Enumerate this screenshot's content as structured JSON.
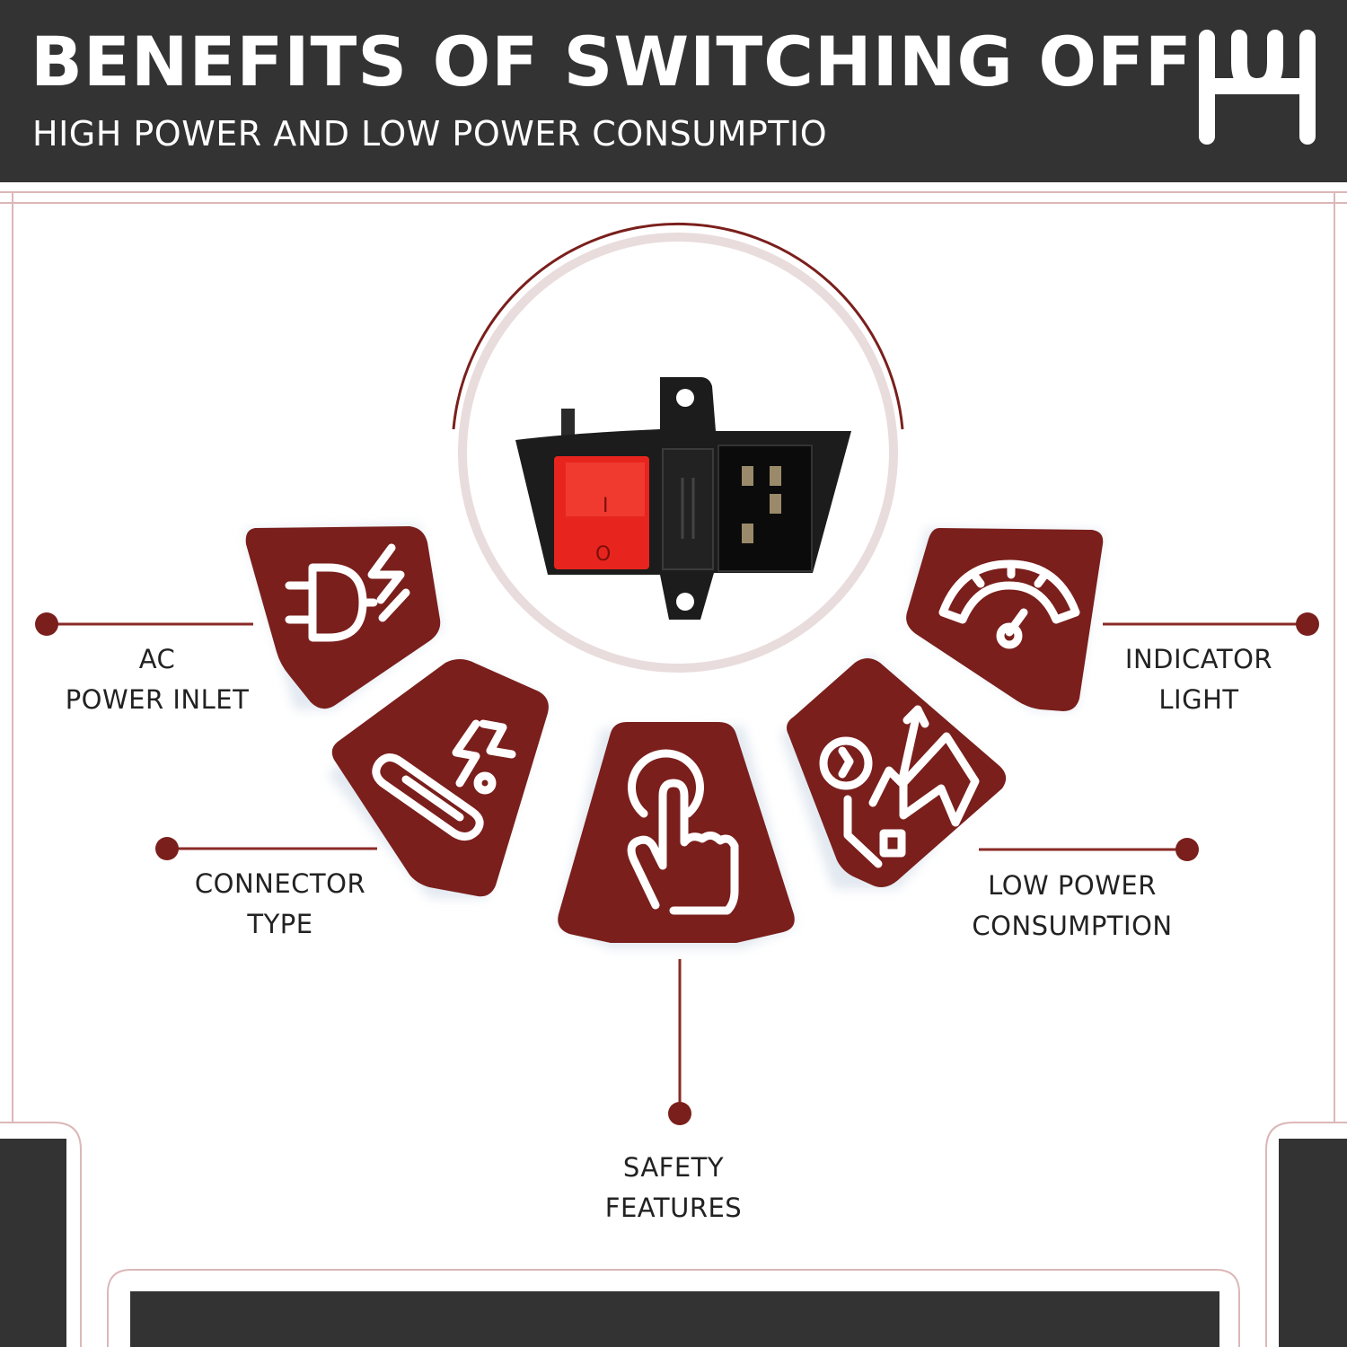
{
  "header": {
    "title": "BENEFITS OF SWITCHING OFF",
    "subtitle": "HIGH POWER AND LOW POWER CONSUMPTIO"
  },
  "product": {
    "switch_on_mark": "I",
    "switch_off_mark": "O"
  },
  "features": [
    {
      "line1": "AC",
      "line2": "POWER INLET",
      "icon": "plug-lightning-icon"
    },
    {
      "line1": "CONNECTOR",
      "line2": "TYPE",
      "icon": "connector-lightning-icon"
    },
    {
      "line1": "SAFETY",
      "line2": "FEATURES",
      "icon": "hand-pointer-icon"
    },
    {
      "line1": "LOW POWER",
      "line2": "CONSUMPTION",
      "icon": "power-chart-icon"
    },
    {
      "line1": "INDICATOR",
      "line2": "LIGHT",
      "icon": "gauge-icon"
    }
  ],
  "colors": {
    "header_bg": "#333333",
    "accent": "#7a1f1c",
    "switch_red": "#e8241e",
    "housing": "#1c1c1c"
  }
}
